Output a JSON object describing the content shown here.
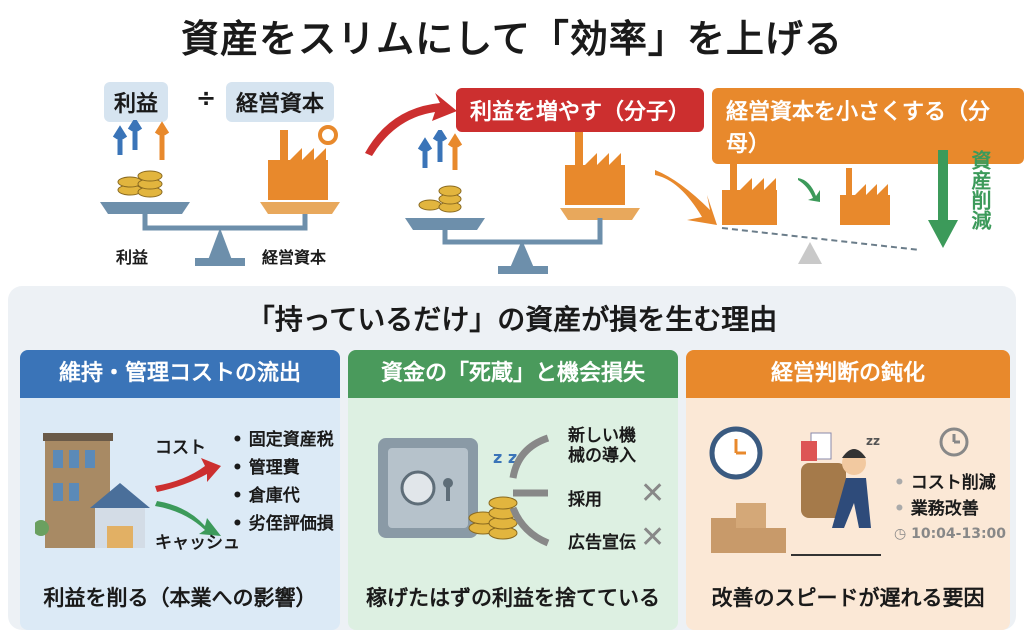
{
  "title": "資産をスリムにして「効率」を上げる",
  "formula": {
    "numerator": "利益",
    "operator": "÷",
    "denominator": "経営資本"
  },
  "scale": {
    "left_label": "利益",
    "right_label": "経営資本"
  },
  "banners": {
    "increase": "利益を増やす（分子）",
    "decrease": "経営資本を小さくする（分母）",
    "asset_cut": "資産削減"
  },
  "colors": {
    "blue": "#3a74b8",
    "green": "#4a9a5c",
    "orange": "#e8892c",
    "red": "#cc2f2f"
  },
  "section_title": "「持っているだけ」の資産が損を生む理由",
  "cards": [
    {
      "header": "維持・管理コストの流出",
      "cost_label": "コスト",
      "cash_label": "キャッシュ",
      "items": [
        "固定資産税",
        "管理費",
        "倉庫代",
        "劣侄評価損"
      ],
      "footer": "利益を削る（本業への影響）"
    },
    {
      "header": "資金の「死蔵」と機会損失",
      "options": [
        "新しい機械の導入",
        "採用",
        "広告宣伝"
      ],
      "footer": "稼げたはずの利益を捨てている"
    },
    {
      "header": "経営判断の鈍化",
      "items": [
        "コスト削減",
        "業務改善"
      ],
      "time": "10:04-13:00",
      "footer": "改善のスピードが遅れる要因"
    }
  ]
}
